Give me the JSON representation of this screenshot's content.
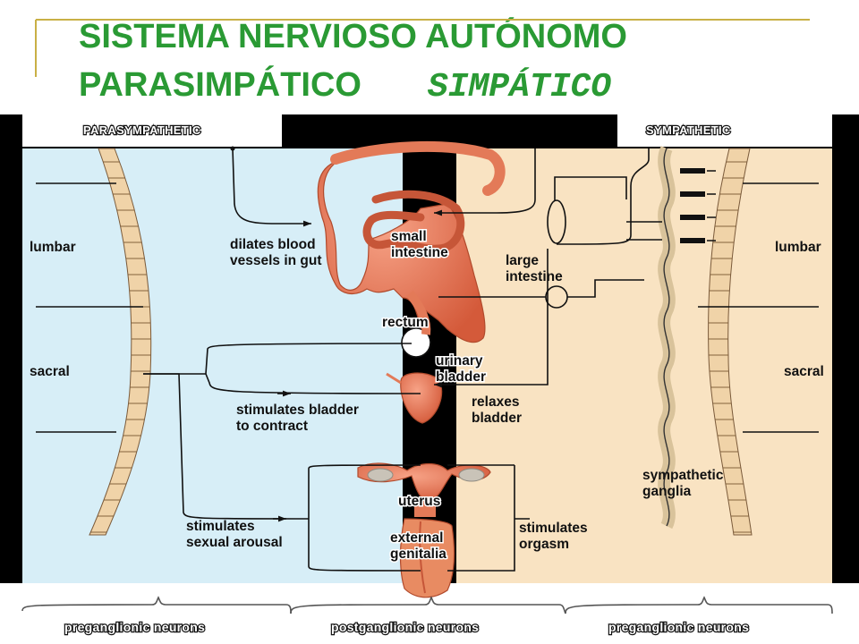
{
  "title": {
    "line1": "SISTEMA NERVIOSO AUTÓNOMO",
    "line2_left": "PARASIMPÁTICO",
    "line2_right": "SIMPÁTICO"
  },
  "colors": {
    "title_green": "#2a9a34",
    "parasympathetic_bg": "#d7eef7",
    "sympathetic_bg": "#f9e3c2",
    "organ": "#e97552",
    "spine": "#f0d3a8"
  },
  "diagram": {
    "header_left": "PARASYMPATHETIC",
    "header_right": "SYMPATHETIC",
    "left_lumbar": "lumbar",
    "left_sacral": "sacral",
    "right_lumbar": "lumbar",
    "right_sacral": "sacral",
    "dilates_1": "dilates blood",
    "dilates_2": "vessels in gut",
    "small_1": "small",
    "small_2": "intestine",
    "large_1": "large",
    "large_2": "intestine",
    "rectum": "rectum",
    "urinary_1": "urinary",
    "urinary_2": "bladder",
    "relaxes_1": "relaxes",
    "relaxes_2": "bladder",
    "stim_bladder_1": "stimulates bladder",
    "stim_bladder_2": "to contract",
    "ganglia_1": "sympathetic",
    "ganglia_2": "ganglia",
    "uterus": "uterus",
    "stim_sexual_1": "stimulates",
    "stim_sexual_2": "sexual arousal",
    "external_1": "external",
    "external_2": "genitalia",
    "stim_orgasm_1": "stimulates",
    "stim_orgasm_2": "orgasm",
    "footer_left": "preganglionic neurons",
    "footer_mid": "postganglionic neurons",
    "footer_right": "preganglionic neurons"
  }
}
